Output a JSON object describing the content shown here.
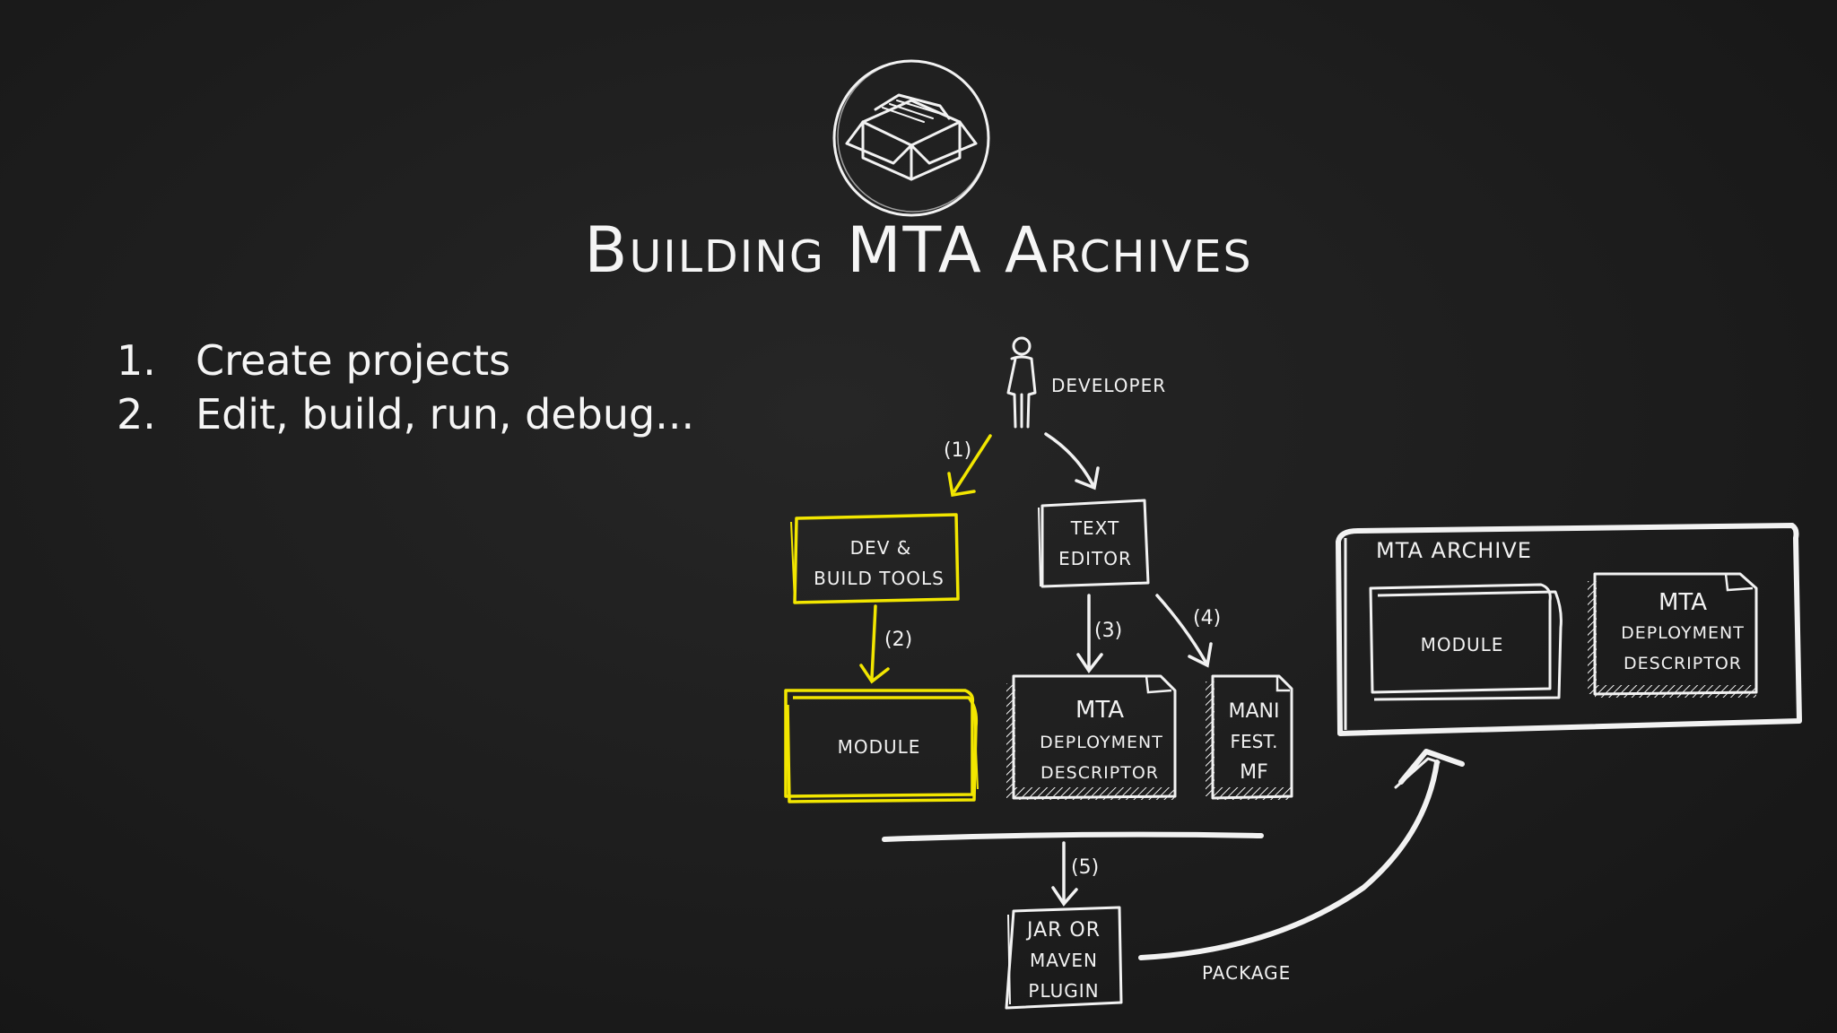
{
  "title": "Building MTA Archives",
  "steps": [
    {
      "number": "1.",
      "text": "Create projects"
    },
    {
      "number": "2.",
      "text": "Edit, build, run, debug..."
    }
  ],
  "icon": "box-icon",
  "diagram": {
    "developer": "DEVELOPER",
    "dev_build_tools": [
      "DEV &",
      "BUILD TOOLS"
    ],
    "text_editor": [
      "TEXT",
      "EDITOR"
    ],
    "module": "MODULE",
    "mta_descriptor": [
      "MTA",
      "DEPLOYMENT",
      "DESCRIPTOR"
    ],
    "manifest": [
      "MANI",
      "FEST.",
      "MF"
    ],
    "jar_plugin": [
      "JAR OR",
      "MAVEN",
      "PLUGIN"
    ],
    "package": "PACKAGE",
    "archive": {
      "label": "MTA ARCHIVE",
      "module": "MODULE",
      "descriptor": [
        "MTA",
        "DEPLOYMENT",
        "DESCRIPTOR"
      ]
    },
    "steps": [
      "(1)",
      "(2)",
      "(3)",
      "(4)",
      "(5)"
    ]
  },
  "colors": {
    "chalk": "#f2f2f2",
    "highlight": "#f2e600",
    "background": "#1b1b1b"
  }
}
